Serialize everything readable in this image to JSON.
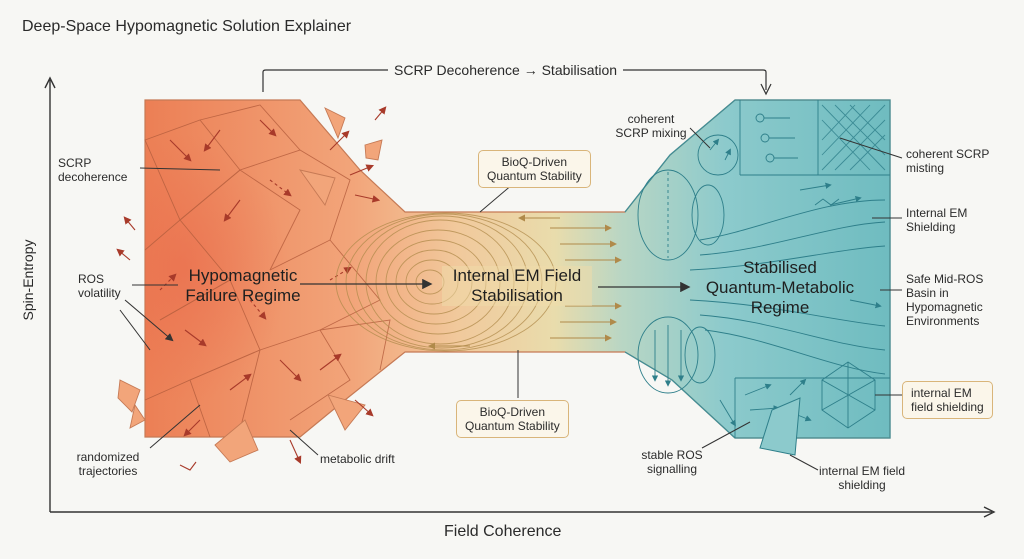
{
  "title": "Deep-Space Hypomagnetic Solution Explainer",
  "top_flow_label": "SCRP Decoherence → Stabilisation",
  "axes": {
    "y": "Spin-Entropy",
    "x": "Field Coherence"
  },
  "regions": {
    "failure": "Hypomagnetic\nFailure Regime",
    "stabilisation": "Internal EM Field\nStabilisation",
    "stabilised": "Stabilised\nQuantum-Metabolic\nRegime"
  },
  "left_labels": {
    "scrp_decoherence": "SCRP\ndecoherence",
    "ros_volatility": "ROS\nvolatility",
    "randomized_trajectories": "randomized\ntrajectories",
    "metabolic_drift": "metabolic drift"
  },
  "center_labels": {
    "bioq_top": "BioQ-Driven\nQuantum Stability",
    "bioq_bottom": "BioQ-Driven\nQuantum Stability"
  },
  "right_labels": {
    "coherent_mixing": "coherent\nSCRP mixing",
    "coherent_misting": "coherent SCRP\nmisting",
    "internal_em_shielding": "Internal EM\nShielding",
    "safe_mid_ros": "Safe Mid-ROS\nBasin in\nHypomagnetic\nEnvironments",
    "internal_em_field_shielding_box": "internal EM\nfield shielding",
    "stable_ros": "stable ROS\nsignalling",
    "internal_em_field_shielding": "internal EM field\nshielding"
  },
  "colors": {
    "failure": "#ee8a5c",
    "stabilisation": "#ecd9a6",
    "stabilised": "#7fc3c6",
    "accent_box": "#d9b57a"
  }
}
